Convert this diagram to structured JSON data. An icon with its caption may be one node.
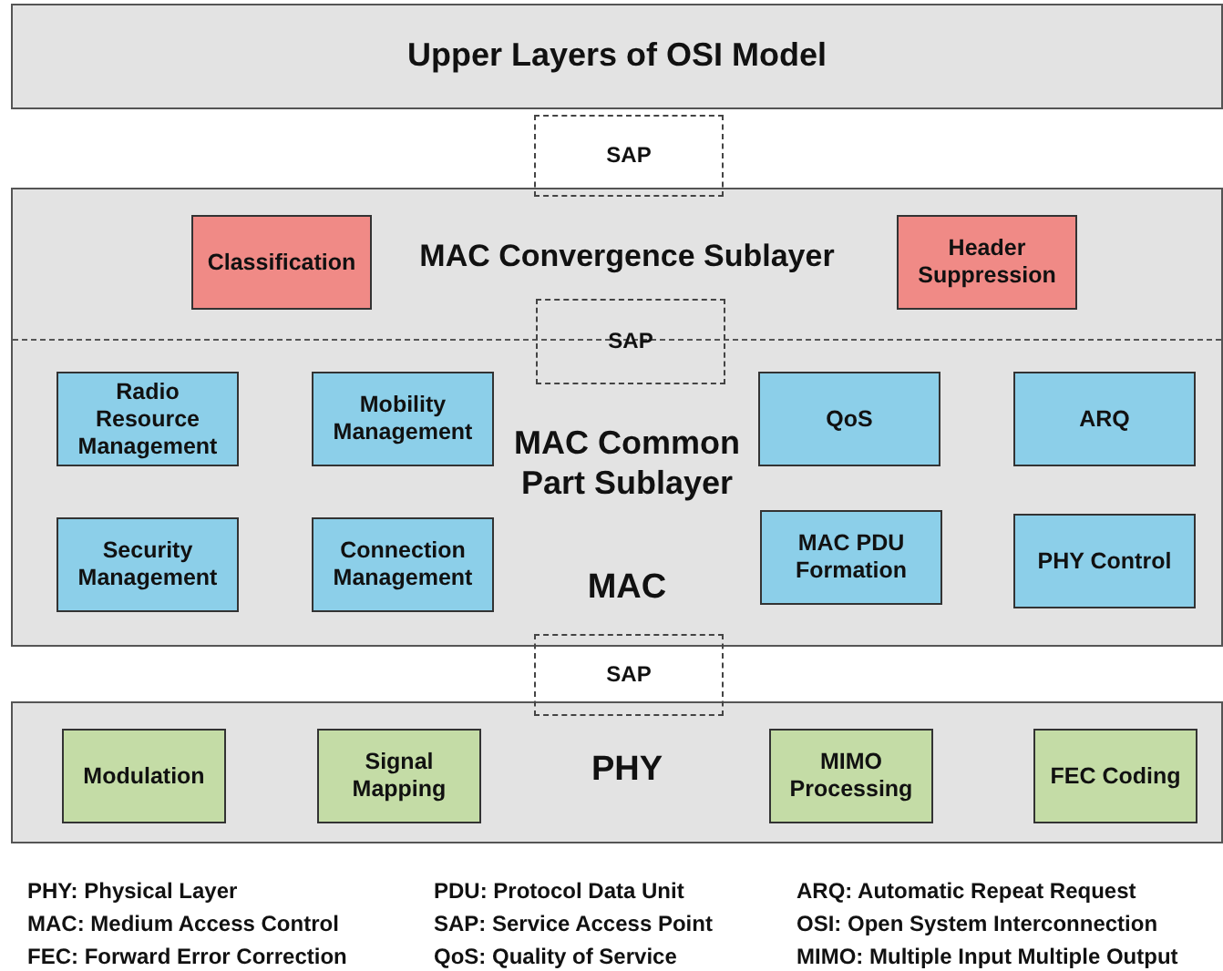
{
  "diagram": {
    "nodes": [
      {
        "text": [
          "Upper Layers of OSI Model"
        ]
      },
      {
        "text": [
          "SAP"
        ]
      },
      {
        "text": [
          "MAC Convergence Sublayer",
          "MAC Common Part Sublayer",
          "MAC"
        ]
      },
      {
        "text": [
          "Classification"
        ],
        "in": 2
      },
      {
        "text": [
          "Header Suppression"
        ],
        "in": 2
      },
      {
        "text": [
          "SAP"
        ],
        "in": 2
      },
      {
        "text": [
          "Radio Resource Management"
        ],
        "in": 2
      },
      {
        "text": [
          "Mobility Management"
        ],
        "in": 2
      },
      {
        "text": [
          "QoS"
        ],
        "in": 2
      },
      {
        "text": [
          "ARQ"
        ],
        "in": 2
      },
      {
        "text": [
          "Security Management"
        ],
        "in": 2
      },
      {
        "text": [
          "Connection Management"
        ],
        "in": 2
      },
      {
        "text": [
          "MAC PDU Formation"
        ],
        "in": 2
      },
      {
        "text": [
          "PHY Control"
        ],
        "in": 2
      },
      {
        "text": [
          "SAP"
        ]
      },
      {
        "text": [
          "PHY"
        ]
      },
      {
        "text": [
          "Modulation"
        ],
        "in": 15
      },
      {
        "text": [
          "Signal Mapping"
        ],
        "in": 15
      },
      {
        "text": [
          "MIMO Processing"
        ],
        "in": 15
      },
      {
        "text": [
          "FEC Coding"
        ],
        "in": 15
      }
    ],
    "edges": [],
    "labels": [
      "PHY: Physical Layer",
      "PDU: Protocol Data Unit",
      "ARQ: Automatic Repeat Request",
      "MAC: Medium Access Control",
      "SAP: Service Access Point",
      "OSI: Open System Interconnection",
      "FEC: Forward Error Correction",
      "QoS: Quality of Service",
      "MIMO: Multiple Input Multiple Output"
    ]
  }
}
